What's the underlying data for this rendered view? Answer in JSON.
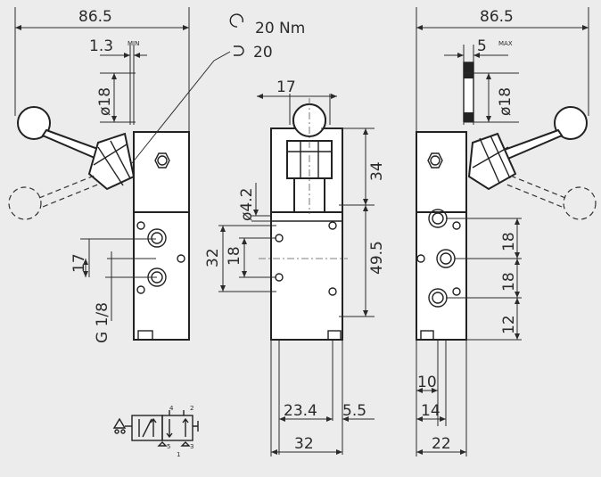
{
  "labels": {
    "left_width": "86.5",
    "right_width": "86.5",
    "min_val": "1.3",
    "min_tag": "MIN",
    "max_val": "5",
    "max_tag": "MAX",
    "torque": "20 Nm",
    "wrench": "20",
    "dia18_left": "ø18",
    "dia18_right": "ø18",
    "width17_top": "17",
    "h34": "34",
    "dia42": "ø4.2",
    "h32": "32",
    "h18_front": "18",
    "h495": "49.5",
    "w234": "23.4",
    "w55": "5.5",
    "w32": "32",
    "h17_side": "17",
    "thread": "G 1/8",
    "r18a": "18",
    "r18b": "18",
    "r12": "12",
    "r10": "10",
    "r14": "14",
    "r22": "22",
    "sym_4": "4",
    "sym_2": "2",
    "sym_5": "5",
    "sym_1": "1",
    "sym_3": "3"
  }
}
